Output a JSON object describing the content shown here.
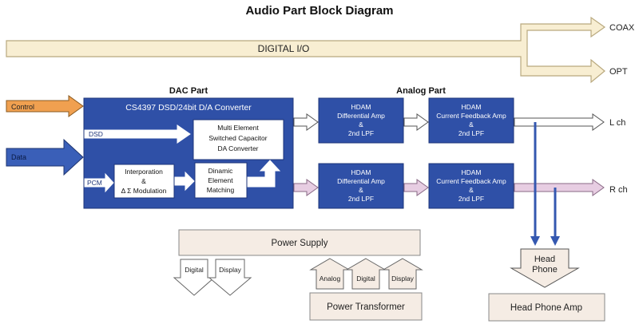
{
  "title": "Audio Part Block Diagram",
  "digital_io": {
    "label": "DIGITAL I/O",
    "outputs": [
      "COAX",
      "OPT"
    ]
  },
  "dac_part": {
    "label": "DAC Part",
    "chip_title": "CS4397  DSD/24bit  D/A Converter",
    "inputs": {
      "control": "Control",
      "data": "Data"
    },
    "dsd_label": "DSD",
    "pcm_label": "PCM",
    "switched_cap": [
      "Multi Element",
      "Switched Capacitor",
      "DA Converter"
    ],
    "interp": [
      "Interporation",
      "&",
      "Δ Σ Modulation"
    ],
    "dem": [
      "Dinamic",
      "Element",
      "Matching"
    ]
  },
  "analog_part": {
    "label": "Analog Part",
    "diff_amp": [
      "HDAM",
      "Differential Amp",
      "&",
      "2nd LPF"
    ],
    "feedback_amp": [
      "HDAM",
      "Current Feedback Amp",
      "&",
      "2nd LPF"
    ],
    "outputs": [
      "L ch",
      "R ch"
    ]
  },
  "power": {
    "supply_label": "Power Supply",
    "supply_outputs": [
      "Digital",
      "Display"
    ],
    "transformer_label": "Power Transformer",
    "transformer_outputs": [
      "Analog",
      "Digital",
      "Display"
    ]
  },
  "headphone": {
    "arrow_label": [
      "Head",
      "Phone"
    ],
    "amp_label": "Head Phone Amp"
  },
  "colors": {
    "blue_box": "#2f50a7",
    "digital_band": "#f8eed2",
    "control_arrow": "#f0a050",
    "data_arrow": "#3a5fb8",
    "pink_arrow": "#e7cde2",
    "power_box": "#f5ece4"
  }
}
